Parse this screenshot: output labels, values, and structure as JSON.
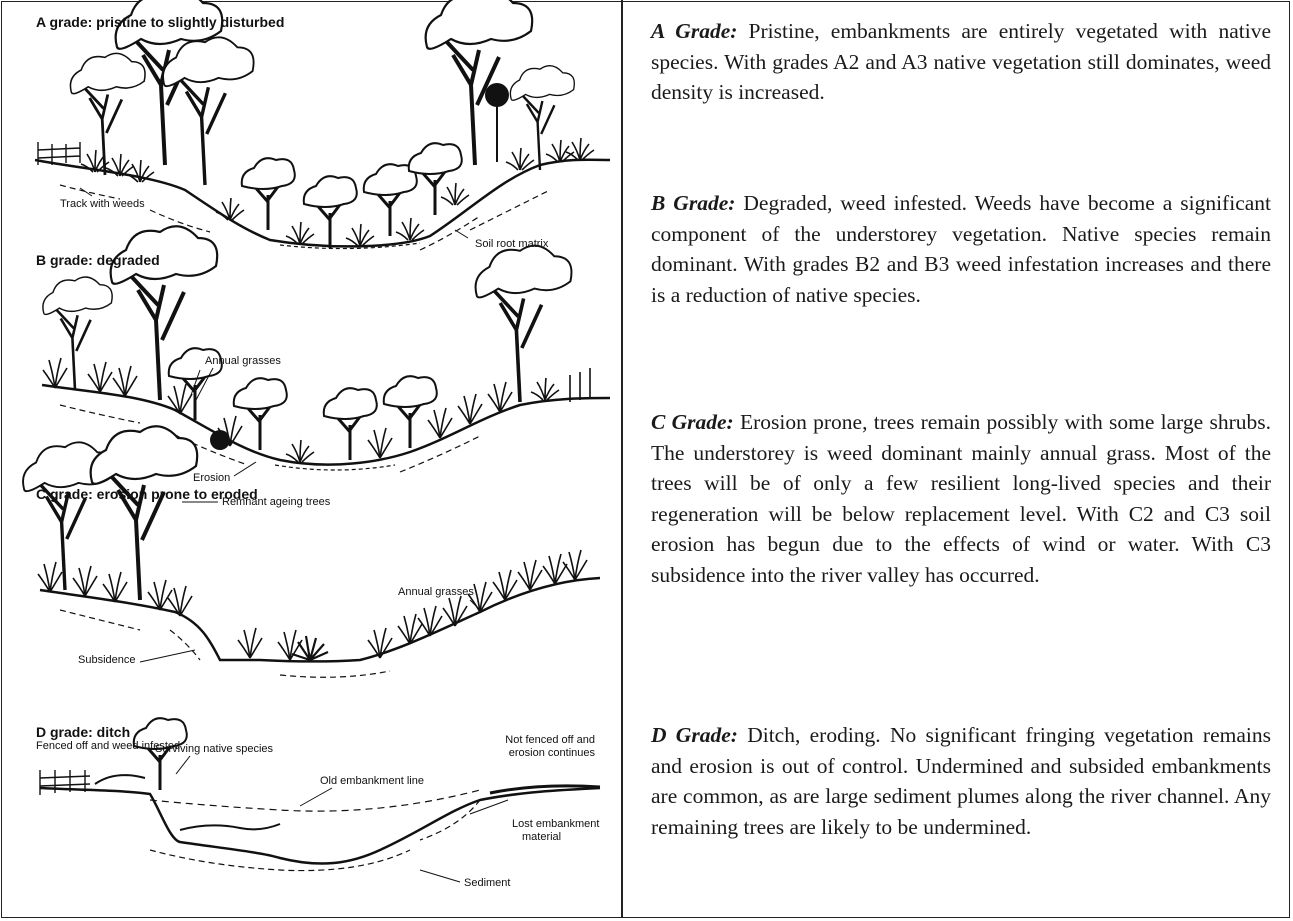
{
  "panels": [
    {
      "title": "A grade: pristine to slightly disturbed",
      "labels": [
        "Track with weeds",
        "Soil root matrix"
      ]
    },
    {
      "title": "B grade: degraded",
      "labels": [
        "Annual grasses",
        "Erosion"
      ]
    },
    {
      "title": "C grade: erosion prone to eroded",
      "labels": [
        "Remnant ageing trees",
        "Annual grasses",
        "Subsidence"
      ]
    },
    {
      "title": "D grade: ditch",
      "subtitle": "Fenced off and weed infested",
      "labels": [
        "Surviving native species",
        "Old embankment line",
        "Not fenced off and",
        "erosion continues",
        "Lost embankment",
        "material",
        "Sediment"
      ]
    }
  ],
  "descriptions": [
    {
      "grade": "A Grade:",
      "text": " Pristine, embankments are entirely vegetated with native species. With grades A2 and A3 native vegetation still dominates, weed density is increased."
    },
    {
      "grade": "B Grade:",
      "text": " Degraded, weed infested. Weeds have become a significant component of the understorey vegetation. Native species remain dominant. With grades B2 and B3 weed infestation increases and there is a reduction of native species."
    },
    {
      "grade": "C Grade:",
      "text": " Erosion prone, trees remain possibly with some large shrubs. The understorey is weed dominant mainly annual grass. Most of the trees will be of only a few resilient long-lived species and their regeneration will be below replacement level. With C2 and C3 soil erosion has begun due to the effects of wind or water. With C3 subsidence into the river valley has occurred."
    },
    {
      "grade": "D Grade:",
      "text": " Ditch, eroding. No significant fringing vegetation remains and erosion is out of control. Undermined and subsided embankments are common, as are large sediment plumes along the river channel. Any remaining trees are likely to be undermined."
    }
  ]
}
